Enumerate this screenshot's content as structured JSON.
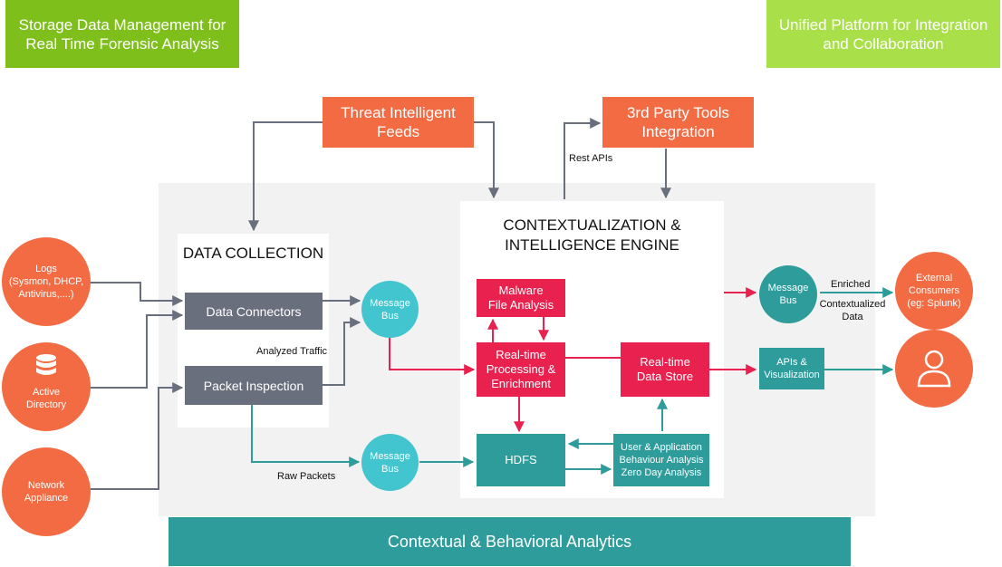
{
  "banners": {
    "left": "Storage Data Management for\nReal Time Forensic Analysis",
    "right": "Unified Platform for Integration\nand Collaboration"
  },
  "top_boxes": {
    "threat_feeds": "Threat Intelligent\nFeeds",
    "third_party": "3rd Party Tools\nIntegration"
  },
  "labels": {
    "rest_apis": "Rest APIs",
    "analyzed_traffic": "Analyzed Traffic",
    "raw_packets": "Raw Packets",
    "enriched": "Enriched",
    "contextualized_data": "Contextualized\nData"
  },
  "data_collection": {
    "title": "DATA COLLECTION",
    "connectors": "Data Connectors",
    "packet_inspection": "Packet Inspection"
  },
  "engine": {
    "title": "CONTEXTUALIZATION &\nINTELLIGENCE ENGINE",
    "malware": "Malware\nFile Analysis",
    "realtime_processing": "Real-time\nProcessing &\nEnrichment",
    "realtime_store": "Real-time\nData Store",
    "hdfs": "HDFS",
    "behaviour": "User & Application\nBehaviour Analysis\nZero Day Analysis"
  },
  "sources": {
    "logs": "Logs\n(Sysmon, DHCP,\nAntivirus,....)",
    "active_directory": "Active\nDirectory",
    "network_appliance": "Network\nAppliance"
  },
  "message_bus": {
    "top": "Message\nBus",
    "bottom": "Message\nBus",
    "right": "Message\nBus"
  },
  "outputs": {
    "apis_visualization": "APIs &\nVisualization",
    "external_consumers": "External\nConsumers\n(eg: Splunk)"
  },
  "footer": "Contextual & Behavioral Analytics",
  "colors": {
    "green": "#7fbf1b",
    "lime": "#a9e04a",
    "orange": "#f26b43",
    "red": "#e8214e",
    "teal": "#2e9c9a",
    "cyan": "#42c5cf",
    "gray": "#6a6f7e"
  },
  "icons": [
    "database-icon",
    "user-icon"
  ]
}
